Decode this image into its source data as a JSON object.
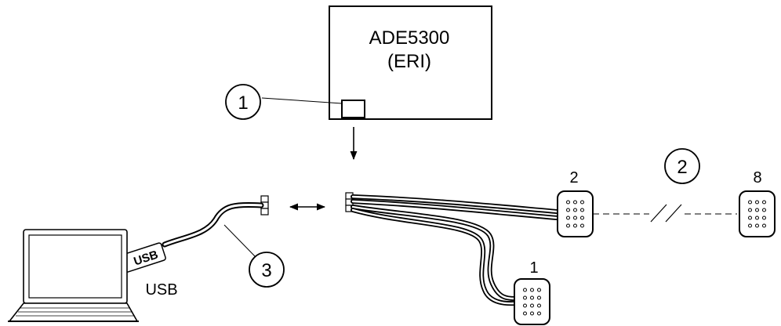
{
  "device": {
    "line1": "ADE5300",
    "line2": "(ERI)"
  },
  "callouts": {
    "c1": "1",
    "c2": "2",
    "c3": "3"
  },
  "panel_labels": {
    "p2": "2",
    "p8": "8",
    "p1": "1"
  },
  "usb": {
    "label": "USB",
    "plug_text": "USB"
  },
  "colors": {
    "stroke": "#000000",
    "background": "#ffffff",
    "panel_fill": "#ffffff"
  }
}
